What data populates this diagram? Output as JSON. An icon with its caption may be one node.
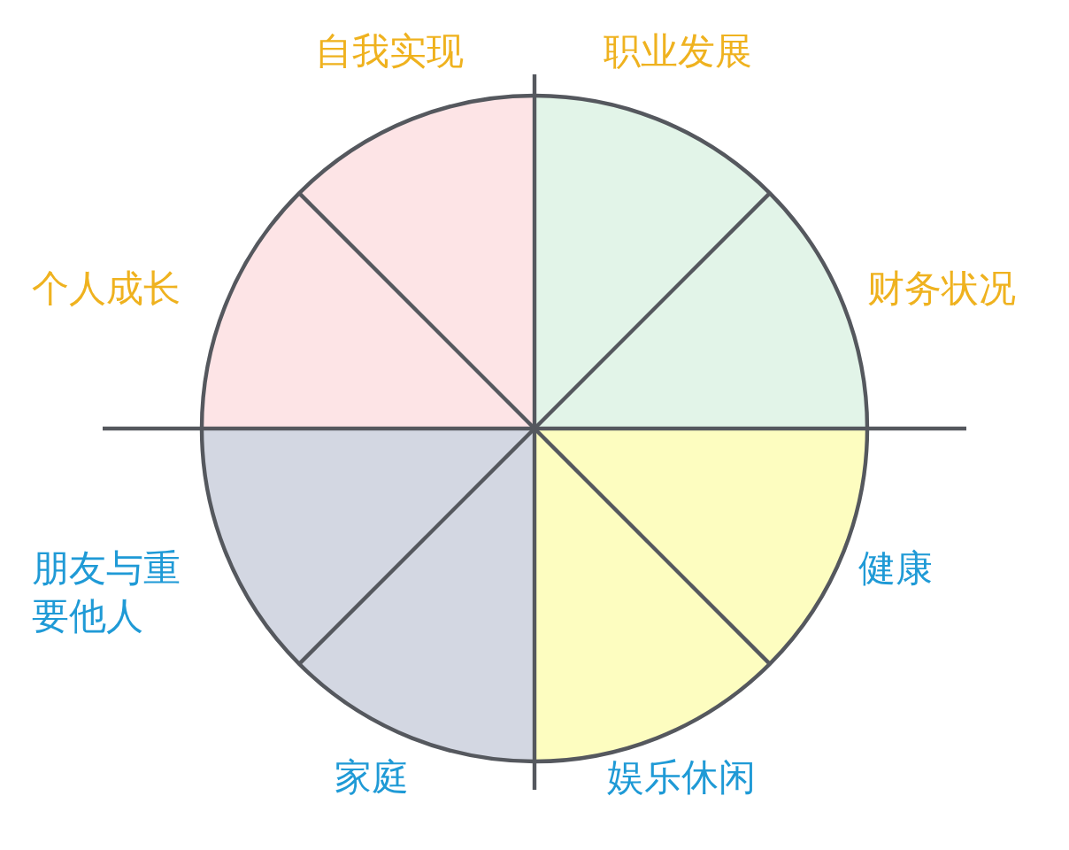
{
  "diagram": {
    "nodes": [
      {
        "text": [
          "自我实现"
        ]
      },
      {
        "text": [
          "职业发展"
        ]
      },
      {
        "text": [
          "个人成长"
        ]
      },
      {
        "text": [
          "财务状况"
        ]
      },
      {
        "text": [
          "朋友与重要他人"
        ]
      },
      {
        "text": [
          "健康"
        ]
      },
      {
        "text": [
          "家庭"
        ]
      },
      {
        "text": [
          "娱乐休闲"
        ]
      }
    ]
  }
}
